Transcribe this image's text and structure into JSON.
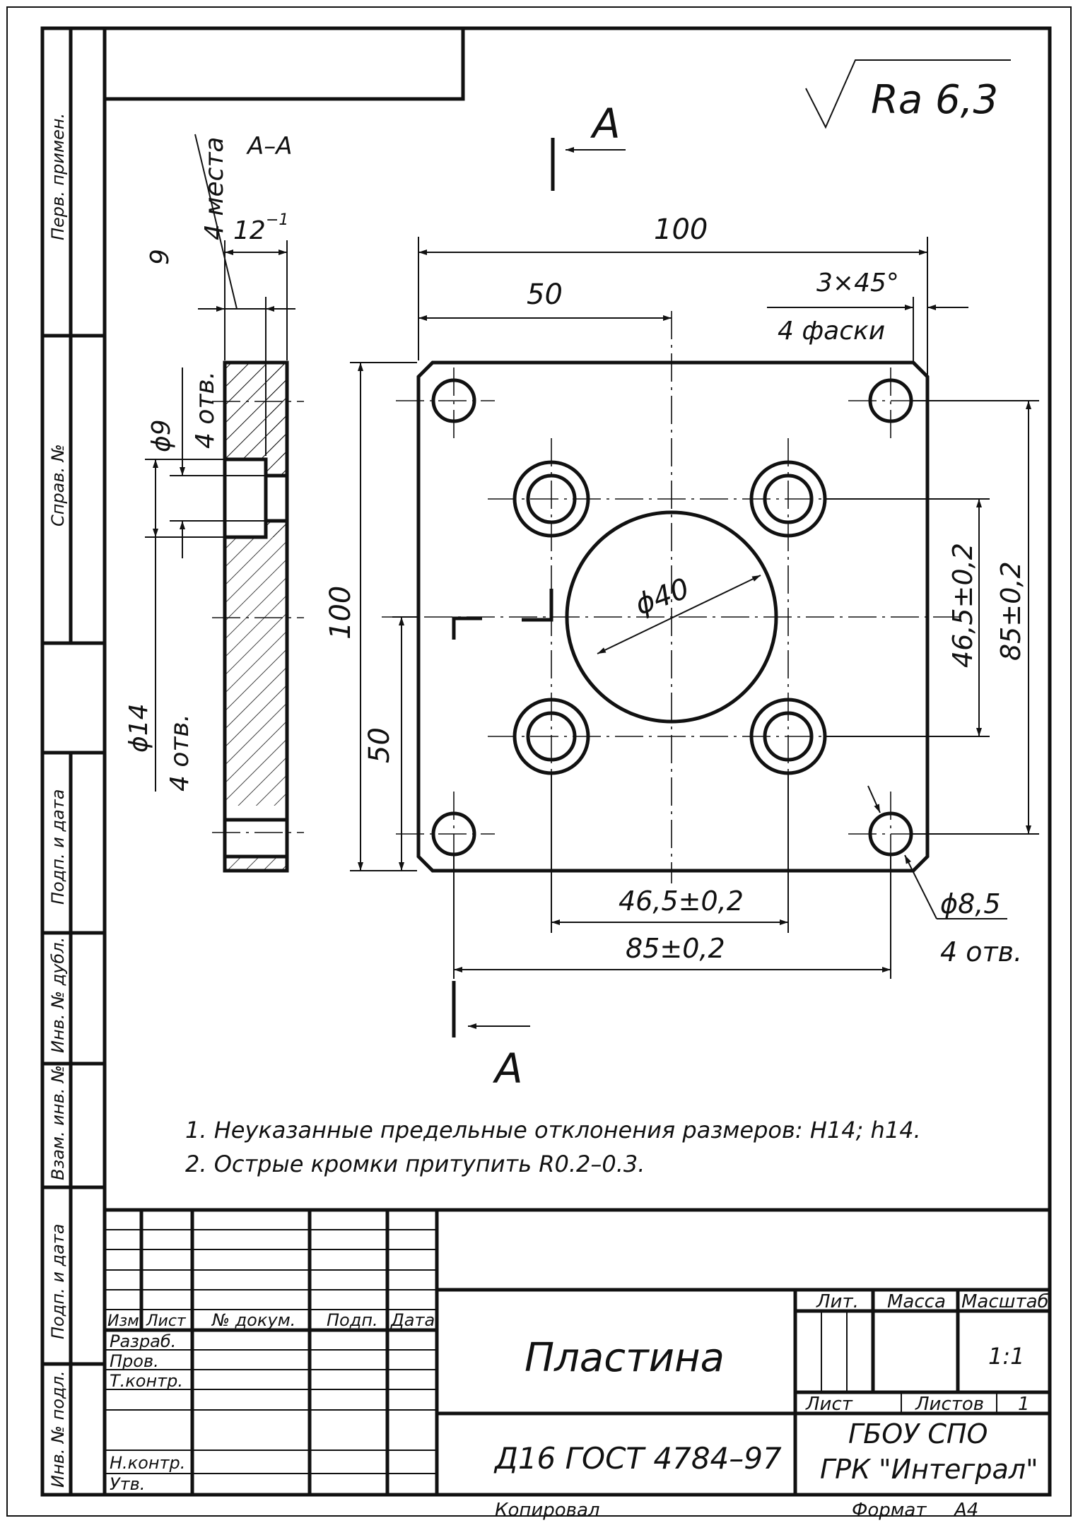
{
  "surface_finish": {
    "symbol": "√",
    "value": "Ra 6,3"
  },
  "section": {
    "label": "А–А",
    "marker_top": "А",
    "marker_bottom": "А",
    "thickness": "12",
    "thickness_tol": "−1",
    "recess_depth": "9",
    "recess_places": "4 места",
    "hole_small_dia": "ϕ9",
    "hole_small_count": "4 отв.",
    "hole_big_dia": "ϕ14",
    "hole_big_count": "4 отв."
  },
  "plan": {
    "width": "100",
    "half_width": "50",
    "height": "100",
    "half_height": "50",
    "chamfer": "3×45°",
    "chamfer_count": "4 фаски",
    "center_bore": "ϕ40",
    "inner_spacing_v": "46,5±0,2",
    "outer_spacing_v": "85±0,2",
    "inner_spacing_h": "46,5±0,2",
    "outer_spacing_h": "85±0,2",
    "corner_hole": "ϕ8,5",
    "corner_hole_count": "4 отв."
  },
  "notes": [
    "1. Неуказанные предельные отклонения размеров: H14; h14.",
    "2. Острые кромки притупить R0.2–0.3."
  ],
  "side_strip": [
    "Перв. примен.",
    "Справ. №",
    "Подп. и дата",
    "Инв. № дубл.",
    "Взам. инв. №",
    "Подп. и дата",
    "Инв. № подл."
  ],
  "title_block": {
    "col_izm": "Изм.",
    "col_list": "Лист",
    "col_doc": "№ докум.",
    "col_podp": "Подп.",
    "col_data": "Дата",
    "row_razrab": "Разраб.",
    "row_prov": "Пров.",
    "row_tkontr": "Т.контр.",
    "row_nkontr": "Н.контр.",
    "row_utv": "Утв.",
    "part_name": "Пластина",
    "material": "Д16 ГОСТ 4784–97",
    "lit_label": "Лит.",
    "mass_label": "Масса",
    "scale_label": "Масштаб",
    "scale_value": "1:1",
    "sheet_label": "Лист",
    "sheets_label": "Листов",
    "sheets_value": "1",
    "org_line1": "ГБОУ СПО",
    "org_line2": "ГРК \"Интеграл\""
  },
  "footer": {
    "copied": "Копировал",
    "format_label": "Формат",
    "format_value": "А4"
  }
}
